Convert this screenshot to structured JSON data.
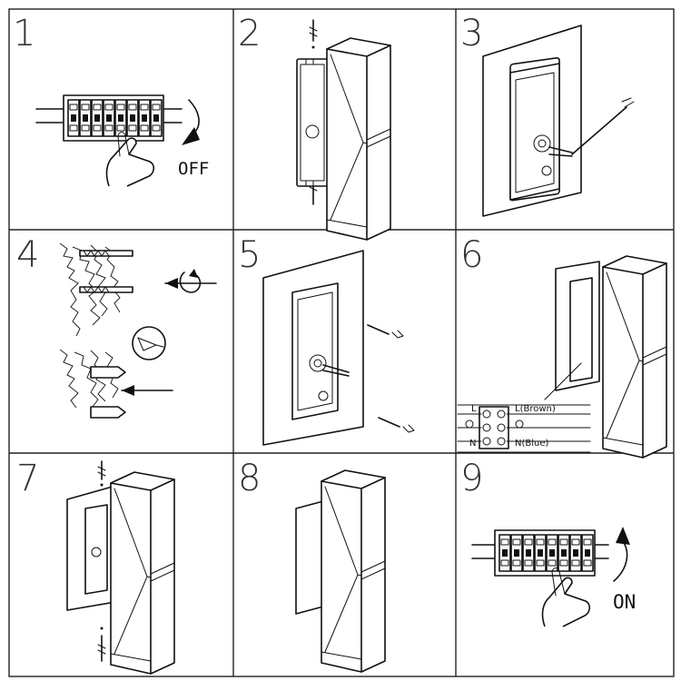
{
  "steps": [
    {
      "number": "1",
      "label": "OFF"
    },
    {
      "number": "2"
    },
    {
      "number": "3"
    },
    {
      "number": "4"
    },
    {
      "number": "5"
    },
    {
      "number": "6"
    },
    {
      "number": "7"
    },
    {
      "number": "8"
    },
    {
      "number": "9",
      "label": "ON"
    }
  ],
  "wiring": {
    "live_terminal": "L",
    "live_wire": "L(Brown)",
    "neutral_terminal": "N",
    "neutral_wire": "N(Blue)"
  }
}
